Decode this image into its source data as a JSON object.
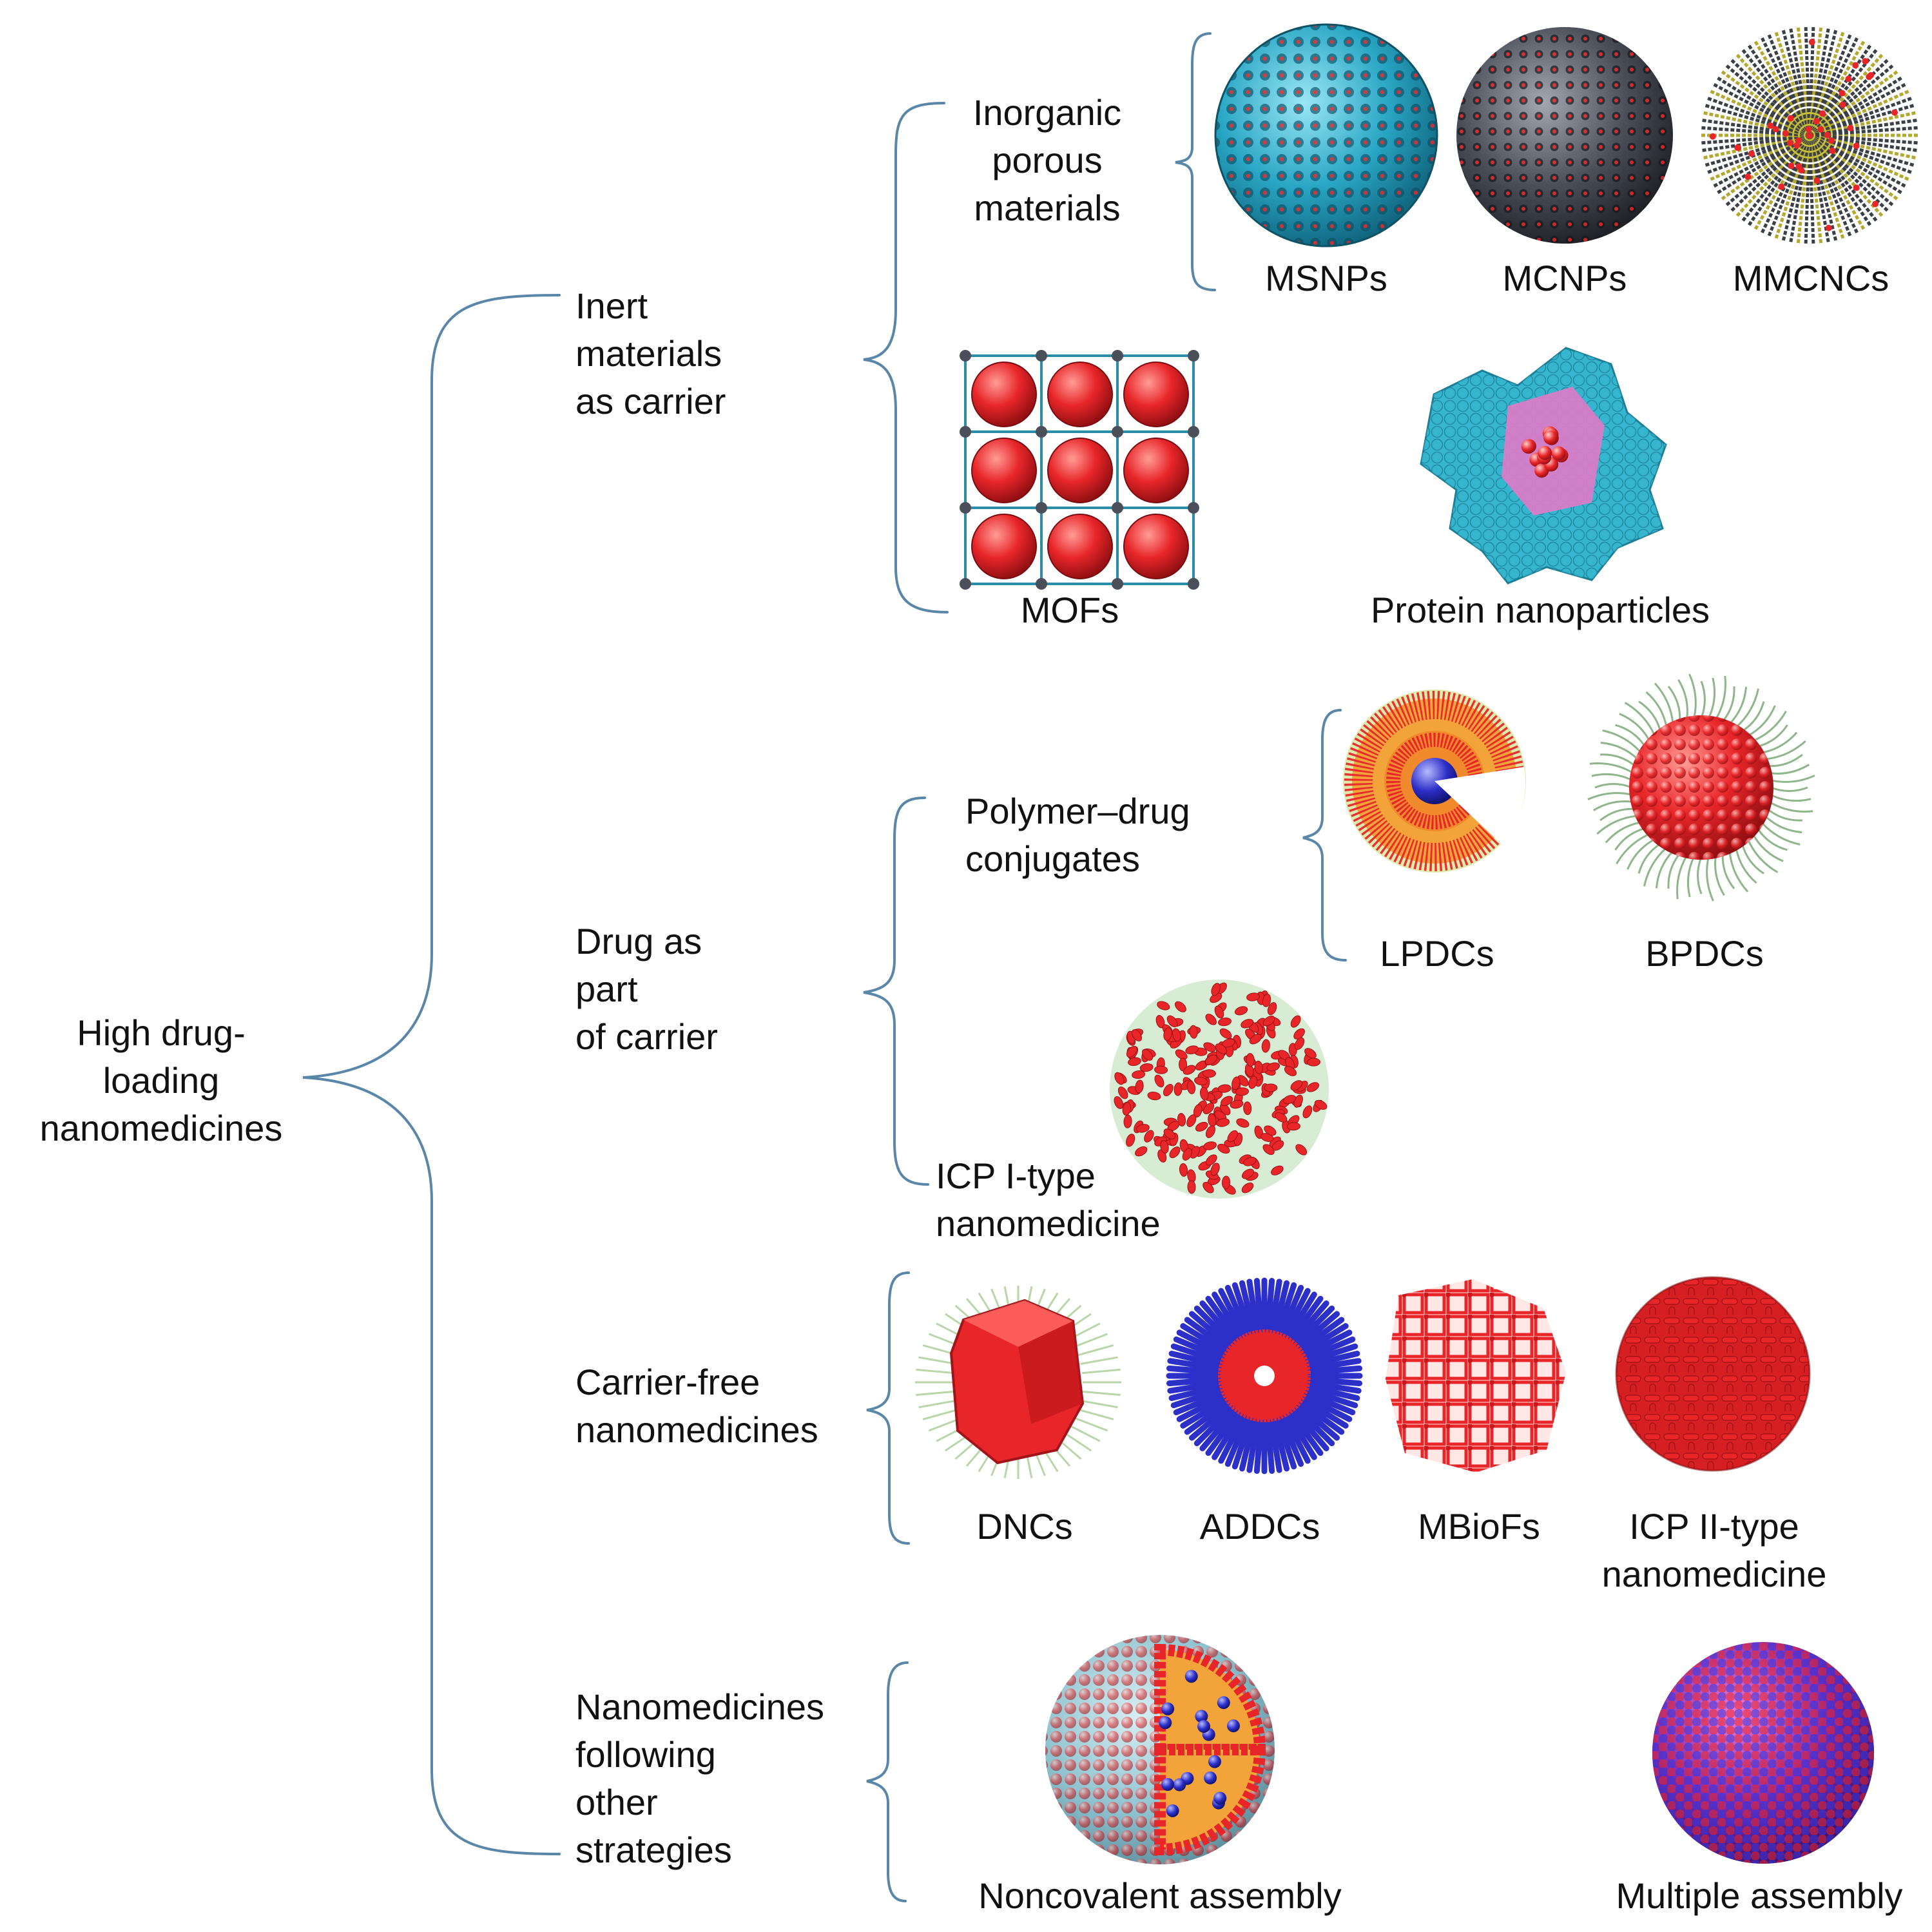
{
  "colors": {
    "brace": "#5a86a8",
    "drug_red": "#e8262a",
    "silica_cyan": "#29a6c4",
    "carbon_gray": "#4a4f5a",
    "blue": "#2c2fc8",
    "pink": "#e17ac8",
    "orange": "#f2a43a",
    "green_chain": "#8fb58a"
  },
  "root": {
    "lines": [
      "High drug-",
      "loading",
      "nanomedicines"
    ]
  },
  "categories": {
    "inert": {
      "lines": [
        "Inert",
        "materials",
        "as carrier"
      ]
    },
    "drug_part": {
      "lines": [
        "Drug as",
        "part",
        "of carrier"
      ]
    },
    "carrier_free": {
      "lines": [
        "Carrier-free",
        "nanomedicines"
      ]
    },
    "other": {
      "lines": [
        "Nanomedicines",
        "following",
        "other",
        "strategies"
      ]
    }
  },
  "subcategories": {
    "inorganic_porous": {
      "lines": [
        "Inorganic",
        "porous",
        "materials"
      ]
    },
    "polymer_drug": {
      "lines": [
        "Polymer–drug",
        "conjugates"
      ]
    }
  },
  "items": {
    "msnps": {
      "label": "MSNPs",
      "icon": "mesoporous-silica-sphere-icon"
    },
    "mcnps": {
      "label": "MCNPs",
      "icon": "mesoporous-carbon-sphere-icon"
    },
    "mmcncs": {
      "label": "MMCNCs",
      "icon": "molecular-spike-sphere-icon"
    },
    "mofs": {
      "label": "MOFs",
      "icon": "metal-organic-framework-grid-icon"
    },
    "protein_np": {
      "label": "Protein nanoparticles",
      "icon": "protein-cluster-icon"
    },
    "lpdcs": {
      "label": "LPDCs",
      "icon": "linear-conjugate-micelle-icon"
    },
    "bpdcs": {
      "label": "BPDCs",
      "icon": "brush-conjugate-sphere-icon"
    },
    "icp1": {
      "lines": [
        "ICP I-type",
        "nanomedicine"
      ],
      "icon": "icp-network-sphere-icon"
    },
    "dncs": {
      "label": "DNCs",
      "icon": "drug-nanocrystal-icon"
    },
    "addcs": {
      "label": "ADDCs",
      "icon": "amphiphilic-dimer-micelle-icon"
    },
    "mbiofs": {
      "label": "MBioFs",
      "icon": "metal-biomolecule-framework-icon"
    },
    "icp2": {
      "lines": [
        "ICP II-type",
        "nanomedicine"
      ],
      "icon": "rod-packed-sphere-icon"
    },
    "noncovalent": {
      "label": "Noncovalent assembly",
      "icon": "cutaway-vesicle-icon"
    },
    "multiple": {
      "label": "Multiple assembly",
      "icon": "two-tone-bead-sphere-icon"
    }
  }
}
